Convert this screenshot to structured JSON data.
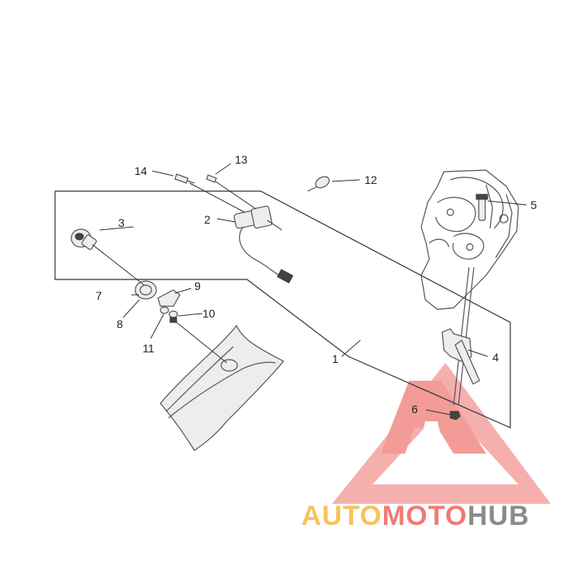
{
  "callouts": {
    "c1": "1",
    "c2": "2",
    "c3": "3",
    "c4": "4",
    "c5": "5",
    "c6": "6",
    "c7": "7",
    "c8": "8",
    "c9": "9",
    "c10": "10",
    "c11": "11",
    "c12": "12",
    "c13": "13",
    "c14": "14"
  },
  "watermark": {
    "part1": "AUTO",
    "part2": "MOTO",
    "part3": "HUB",
    "colors": {
      "triangle": "#f08a86",
      "auto": "#f6c35c",
      "moto": "#ee7b77",
      "hub": "#8a8a8a"
    }
  },
  "colors": {
    "line": "#333333",
    "panel": "#ededed"
  }
}
